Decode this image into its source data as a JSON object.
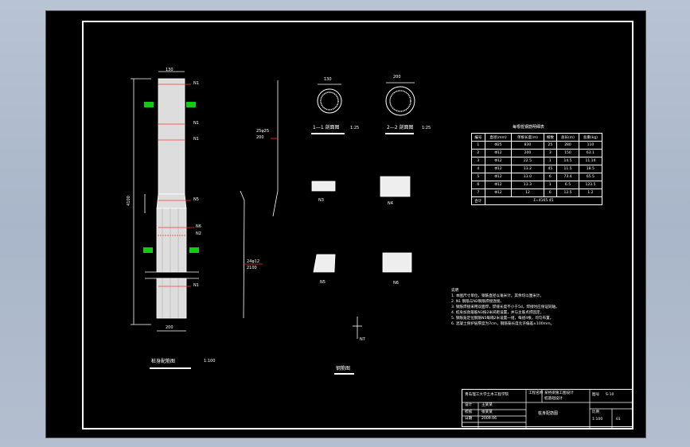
{
  "views": {
    "pile_title": "桩身配筋图",
    "pile_scale": "1:100",
    "section1_title": "1—1 剖面图",
    "section1_scale": "1:25",
    "section2_title": "2—2 剖面图",
    "section2_scale": "1:25",
    "hook_title": "钢筋图"
  },
  "dims": {
    "top_width": "130",
    "bottom_width": "200",
    "length": "4100",
    "sec1_dia": "130",
    "sec2_dia": "200"
  },
  "bar_marks": [
    "N1",
    "N1",
    "N1",
    "N5",
    "N6",
    "N2",
    "N1",
    "N3",
    "N4",
    "N5",
    "N6",
    "N7"
  ],
  "bar_labels": {
    "n4_spec": "25φ25",
    "n4_len": "200",
    "n2_spec": "24φ12",
    "n2_len": "2100"
  },
  "rebar_table": {
    "title": "每根桩钢筋明细表",
    "headers": [
      "编号",
      "直径(mm)",
      "单根长度(m)",
      "根数",
      "总长(m)",
      "总重(kg)"
    ],
    "rows": [
      [
        "1",
        "Φ25",
        "830",
        "25",
        "280",
        "110"
      ],
      [
        "2",
        "Φ12",
        "200",
        "3",
        "150",
        "63.1"
      ],
      [
        "3",
        "Φ12",
        "22.5",
        "1",
        "14.5",
        "11.14"
      ],
      [
        "4",
        "Φ12",
        "13.2",
        "45",
        "11.5",
        "18.5"
      ],
      [
        "5",
        "Φ12",
        "13.0",
        "6",
        "73.4",
        "65.5"
      ],
      [
        "6",
        "Φ12",
        "13.3",
        "1",
        "6.5",
        "123.5"
      ],
      [
        "7",
        "Φ12",
        "12",
        "6",
        "12.5",
        "1.2"
      ]
    ],
    "total_label": "合计",
    "total_value": "Σ=4165.45"
  },
  "notes": {
    "heading": "说明",
    "lines": [
      "1. 本图尺寸单位，钢筋直径以毫米计，其余均以厘米计。",
      "2. N1 钢筋与N2钢筋焊接连接。",
      "3. 钢筋焊接采用双面焊，焊缝长度不小于5d，焊接时应保证同轴。",
      "4. 桩身加劲箍筋N3按2米间距设置，并与主筋点焊固定。",
      "5. 钢筋笼定位钢筋N5每隔2米设置一组，每组4根，均匀布置。",
      "6. 混凝土保护层厚度为7cm，钢筋笼长度允许偏差±100mm。"
    ]
  },
  "title_block": {
    "school": "青岛理工大学土木工程学院",
    "project_label": "工程名称",
    "project": "某桥梁施工图设计",
    "sub_project": "桩基础设计",
    "drawing_name": "桩身配筋图",
    "design": "设计",
    "design_name": "王某某",
    "check": "校核",
    "check_name": "张某某",
    "date": "日期",
    "date_value": "2009.06",
    "drawing_no_label": "图号",
    "drawing_no": "S-10",
    "scale_label": "比例",
    "scale": "1:100",
    "sheet": "01"
  }
}
